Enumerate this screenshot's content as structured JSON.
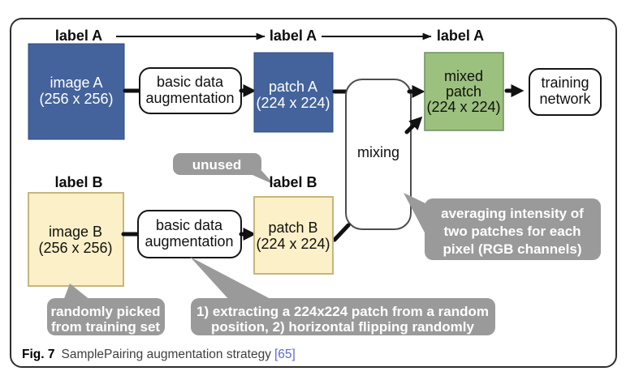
{
  "colors": {
    "box_blue": "#44639c",
    "box_green": "#9cc17e",
    "box_cream": "#fbf0c7",
    "cream_border": "#c7b67c",
    "callout_gray": "#9a9a9a",
    "citation_blue": "#6066cf"
  },
  "labels": {
    "label_a_1": "label A",
    "label_a_2": "label A",
    "label_a_3": "label A",
    "label_b_1": "label B",
    "label_b_2": "label B"
  },
  "nodes": {
    "image_a": {
      "line1": "image A",
      "line2": "(256 x 256)"
    },
    "aug_top": {
      "line1": "basic data",
      "line2": "augmentation"
    },
    "patch_a": {
      "line1": "patch A",
      "line2": "(224 x 224)"
    },
    "mixing": {
      "label": "mixing"
    },
    "mixed_patch": {
      "line1": "mixed",
      "line2": "patch",
      "line3": "(224 x 224)"
    },
    "training": {
      "line1": "training",
      "line2": "network"
    },
    "image_b": {
      "line1": "image B",
      "line2": "(256 x 256)"
    },
    "aug_bottom": {
      "line1": "basic data",
      "line2": "augmentation"
    },
    "patch_b": {
      "line1": "patch B",
      "line2": "(224 x 224)"
    }
  },
  "callouts": {
    "unused": {
      "label": "unused"
    },
    "randomly": {
      "line1": "randomly picked",
      "line2": "from training set"
    },
    "extracting": {
      "line1": "1) extracting a 224x224 patch from a random",
      "line2": "position, 2) horizontal flipping randomly"
    },
    "averaging": {
      "line1": "averaging intensity of",
      "line2": "two patches for each",
      "line3": "pixel (RGB channels)"
    }
  },
  "caption": {
    "fig_label": "Fig. 7",
    "title": "SamplePairing augmentation strategy",
    "citation": "[65]"
  }
}
